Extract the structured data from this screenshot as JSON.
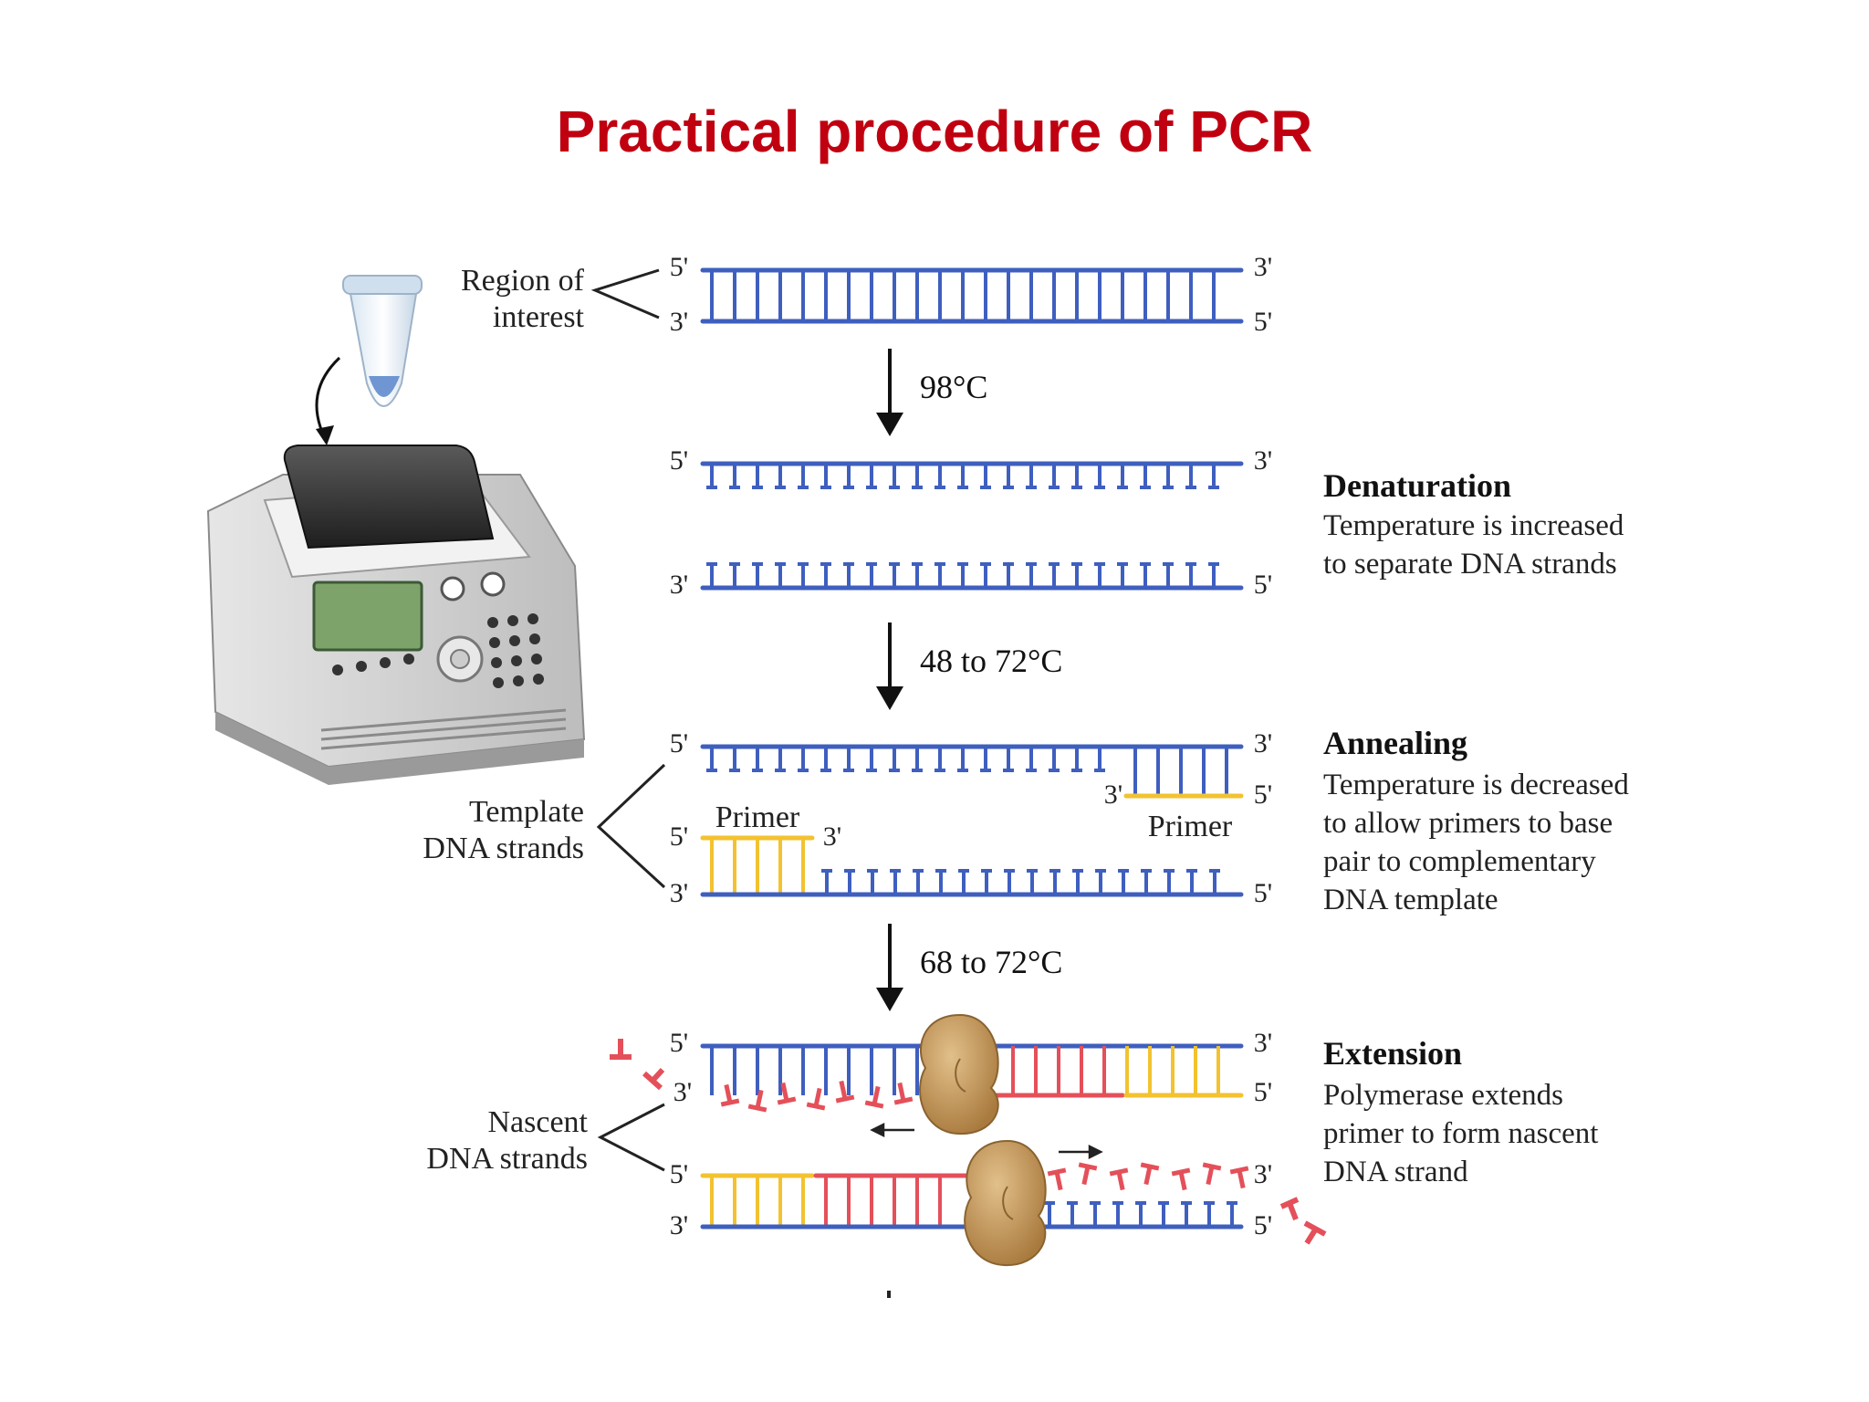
{
  "title": "Practical procedure of PCR",
  "end_labels": {
    "five": "5'",
    "three": "3'"
  },
  "left_labels": {
    "region": [
      "Region of",
      "interest"
    ],
    "template": [
      "Template",
      "DNA strands"
    ],
    "nascent": [
      "Nascent",
      "DNA strands"
    ]
  },
  "primer_label": "Primer",
  "temperatures": [
    "98°C",
    "48 to 72°C",
    "68 to 72°C"
  ],
  "steps": [
    {
      "title": "Denaturation",
      "lines": [
        "Temperature is increased",
        "to separate DNA strands"
      ]
    },
    {
      "title": "Annealing",
      "lines": [
        "Temperature is decreased",
        "to allow primers to base",
        "pair to complementary",
        "DNA template"
      ]
    },
    {
      "title": "Extension",
      "lines": [
        "Polymerase extends",
        "primer to form nascent",
        "DNA strand"
      ]
    }
  ],
  "colors": {
    "title": "#c00010",
    "dna": "#3f5fbf",
    "primer": "#f2c230",
    "nascent": "#e4505a",
    "polymerase": "#c79a5c"
  }
}
